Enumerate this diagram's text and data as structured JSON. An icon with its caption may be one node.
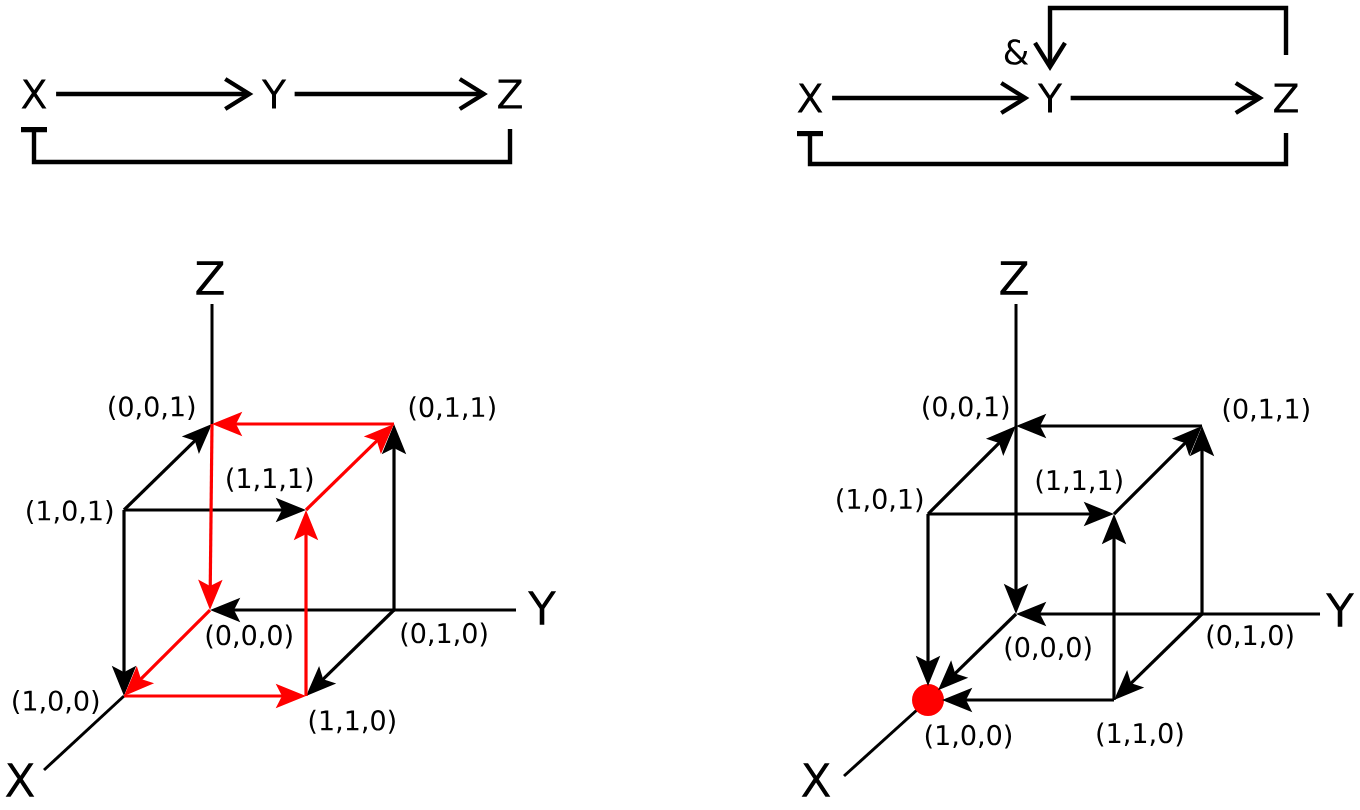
{
  "diagram": {
    "nodes": [
      {
        "text": [
          "X"
        ]
      },
      {
        "text": [
          "Y"
        ]
      },
      {
        "text": [
          "Z"
        ]
      },
      {
        "text": [
          "X"
        ]
      },
      {
        "text": [
          "Y"
        ]
      },
      {
        "text": [
          "Z"
        ]
      },
      {
        "text": [
          "(0,0,1)"
        ]
      },
      {
        "text": [
          "(0,1,1)"
        ]
      },
      {
        "text": [
          "(1,0,1)"
        ]
      },
      {
        "text": [
          "(1,1,1)"
        ]
      },
      {
        "text": [
          "(0,0,0)"
        ]
      },
      {
        "text": [
          "(0,1,0)"
        ]
      },
      {
        "text": [
          "(1,0,0)"
        ]
      },
      {
        "text": [
          "(1,1,0)"
        ]
      },
      {
        "text": [
          "(0,0,1)"
        ]
      },
      {
        "text": [
          "(0,1,1)"
        ]
      },
      {
        "text": [
          "(1,0,1)"
        ]
      },
      {
        "text": [
          "(1,1,1)"
        ]
      },
      {
        "text": [
          "(0,0,0)"
        ]
      },
      {
        "text": [
          "(0,1,0)"
        ]
      },
      {
        "text": [
          "(1,0,0)"
        ]
      },
      {
        "text": [
          "(1,1,0)"
        ]
      }
    ],
    "edges": [
      {
        "from": 0,
        "to": 1,
        "arrow": "to"
      },
      {
        "from": 1,
        "to": 2,
        "arrow": "to"
      },
      {
        "from": 2,
        "to": 0,
        "arrow": "other"
      },
      {
        "from": 3,
        "to": 4,
        "arrow": "to"
      },
      {
        "from": 4,
        "to": 5,
        "arrow": "to"
      },
      {
        "from": 5,
        "to": 4,
        "arrow": "to",
        "label": "&"
      },
      {
        "from": 5,
        "to": 3,
        "arrow": "other"
      },
      {
        "from": 8,
        "to": 6,
        "arrow": "to"
      },
      {
        "from": 8,
        "to": 9,
        "arrow": "to"
      },
      {
        "from": 8,
        "to": 12,
        "arrow": "to"
      },
      {
        "from": 11,
        "to": 7,
        "arrow": "to"
      },
      {
        "from": 11,
        "to": 10,
        "arrow": "to"
      },
      {
        "from": 11,
        "to": 13,
        "arrow": "to"
      },
      {
        "from": 7,
        "to": 6,
        "arrow": "to",
        "color": "#ff0000"
      },
      {
        "from": 6,
        "to": 10,
        "arrow": "to",
        "color": "#ff0000"
      },
      {
        "from": 10,
        "to": 12,
        "arrow": "to",
        "color": "#ff0000"
      },
      {
        "from": 12,
        "to": 13,
        "arrow": "to",
        "color": "#ff0000"
      },
      {
        "from": 13,
        "to": 9,
        "arrow": "to",
        "color": "#ff0000"
      },
      {
        "from": 9,
        "to": 7,
        "arrow": "to",
        "color": "#ff0000"
      },
      {
        "from": 16,
        "to": 14,
        "arrow": "to"
      },
      {
        "from": 15,
        "to": 14,
        "arrow": "to"
      },
      {
        "from": 14,
        "to": 18,
        "arrow": "to"
      },
      {
        "from": 16,
        "to": 17,
        "arrow": "to"
      },
      {
        "from": 17,
        "to": 15,
        "arrow": "to"
      },
      {
        "from": 21,
        "to": 17,
        "arrow": "to"
      },
      {
        "from": 19,
        "to": 18,
        "arrow": "to"
      },
      {
        "from": 19,
        "to": 21,
        "arrow": "to"
      },
      {
        "from": 19,
        "to": 15,
        "arrow": "to"
      },
      {
        "from": 18,
        "to": 20,
        "arrow": "to"
      },
      {
        "from": 21,
        "to": 20,
        "arrow": "to"
      },
      {
        "from": 16,
        "to": 20,
        "arrow": "to"
      }
    ],
    "labels": [
      "Z",
      "Y",
      "X",
      "Z",
      "Y",
      "X"
    ]
  }
}
